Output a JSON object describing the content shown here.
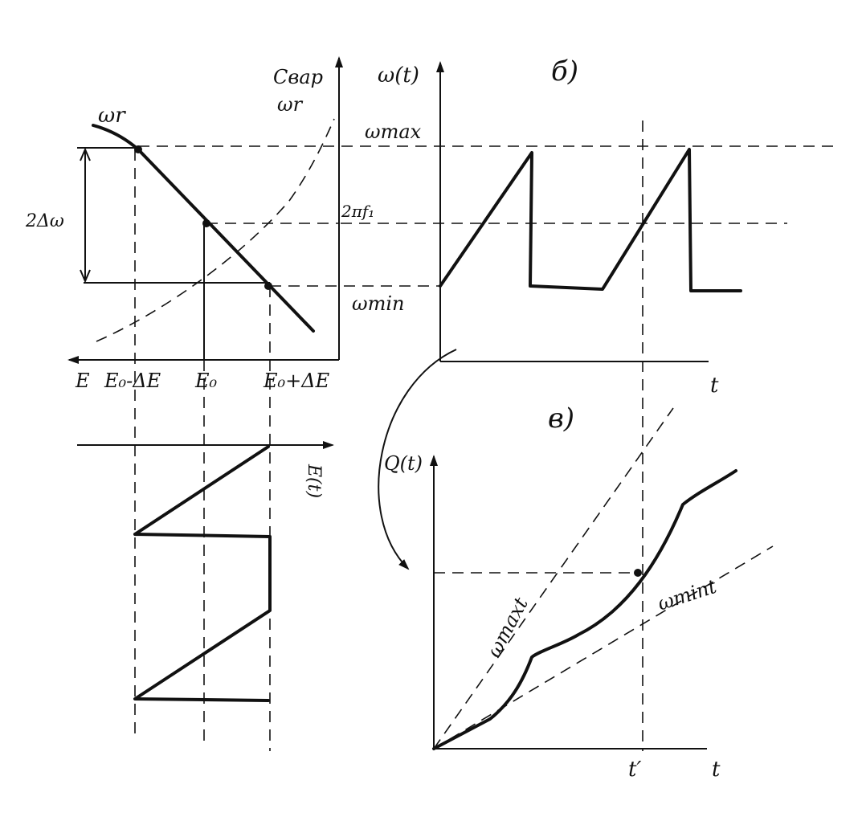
{
  "panel_a": {
    "axis_y_label_line1": "Cвар",
    "axis_y_label_line2": "ωr",
    "curve_label": "ωr",
    "amplitude_label": "2Δω",
    "x_label_E": "E",
    "x_label_left": "E₀-ΔE",
    "x_label_center": "E₀",
    "x_label_right": "E₀+ΔE",
    "input_axis_label": "E(t)"
  },
  "panel_b": {
    "panel_label": "б)",
    "y_axis_label": "ω(t)",
    "level_max": "ωmax",
    "level_mid": "2πf₁",
    "level_min": "ωmin",
    "x_axis_label": "t"
  },
  "panel_c": {
    "panel_label": "в)",
    "y_axis_label": "Q(t)",
    "line_max_label": "ωmaxt",
    "line_min_label": "ωmint",
    "x_tick_label": "t′",
    "x_axis_label": "t"
  }
}
